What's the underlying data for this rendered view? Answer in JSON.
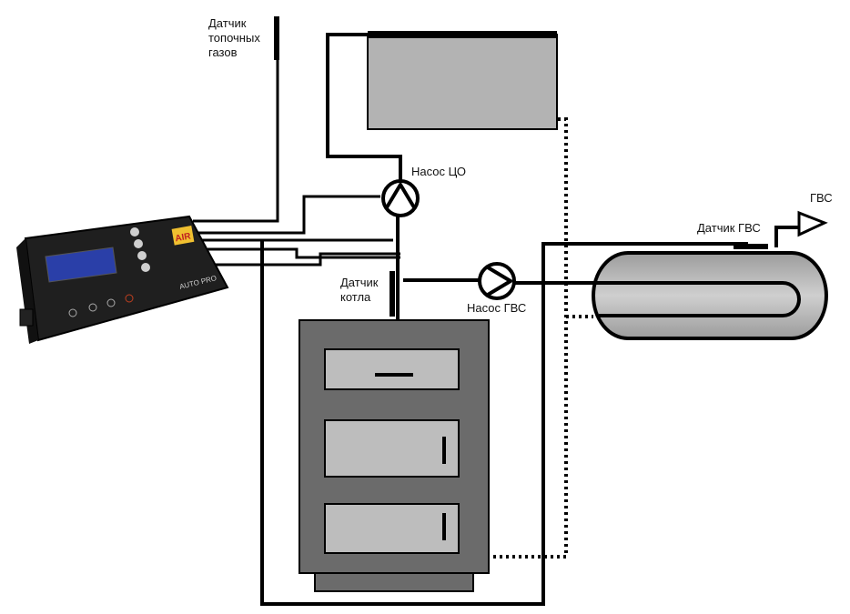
{
  "labels": {
    "flue_sensor_line1": "Датчик",
    "flue_sensor_line2": "топочных",
    "flue_sensor_line3": "газов",
    "pump_co": "Насос ЦО",
    "boiler_sensor_line1": "Датчик",
    "boiler_sensor_line2": "котла",
    "pump_dhw": "Насос ГВС",
    "dhw_sensor": "Датчик ГВС",
    "dhw_outlet": "ГВС"
  },
  "controller": {
    "brand": "AUTO PRO",
    "logo": "AIR",
    "button_icons": [
      "menu-icon",
      "up-arrow-icon",
      "down-arrow-icon",
      "manual-icon"
    ],
    "front_icons": [
      "power-icon",
      "fan-icon",
      "pump-icon",
      "flame-icon"
    ]
  },
  "colors": {
    "pipe": "#000000",
    "radiator": "#b3b3b3",
    "boiler_body": "#6b6b6b",
    "boiler_door": "#bdbdbd",
    "tank": "#b8b8b8",
    "controller_body": "#1f1f1f",
    "controller_screen": "#2a3fa8"
  }
}
